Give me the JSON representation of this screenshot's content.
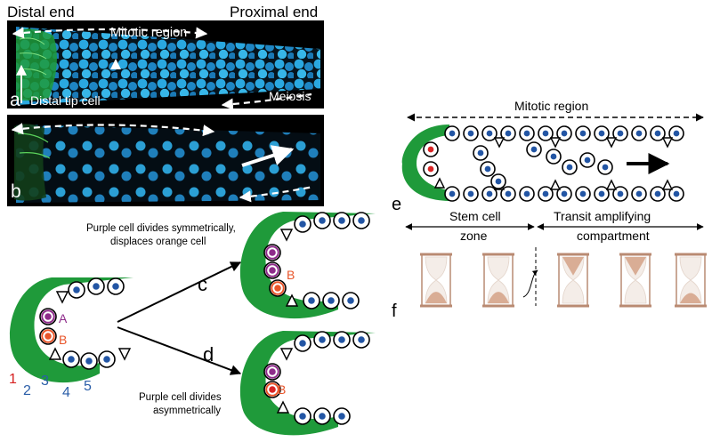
{
  "panel_a": {
    "left_heading": "Distal end",
    "right_heading": "Proximal end",
    "region_label": "Mitotic region",
    "tip_label": "Distal tip cell",
    "meiosis_label": "Meiosis",
    "letter": "a"
  },
  "panel_b": {
    "letter": "b"
  },
  "panel_c": {
    "caption_line1": "Purple cell divides symmetrically,",
    "caption_line2": "displaces orange cell",
    "letter": "c",
    "cell_b": "B"
  },
  "panel_d": {
    "caption_line1": "Purple cell divides",
    "caption_line2": "asymmetrically",
    "letter": "d",
    "cell_b": "B"
  },
  "start_diagram": {
    "cell_a": "A",
    "cell_b": "B",
    "numbers": [
      "1",
      "2",
      "3",
      "4",
      "5"
    ]
  },
  "panel_e": {
    "region_label": "Mitotic region",
    "letter": "e"
  },
  "panel_f": {
    "left_line1": "Stem cell",
    "left_line2": "zone",
    "right_line1": "Transit amplifying",
    "right_line2": "compartment",
    "letter": "f"
  },
  "colors": {
    "dapi_blue": "#2aa8e0",
    "tissue_green": "#1f9a3a",
    "purple": "#8e2b8a",
    "orange": "#e8552a",
    "red_cell": "#d92525",
    "nucleus_blue": "#2255a4",
    "hourglass_sand": "#d9ad95",
    "label_red": "#d62020",
    "label_blue": "#2b5ea8"
  }
}
